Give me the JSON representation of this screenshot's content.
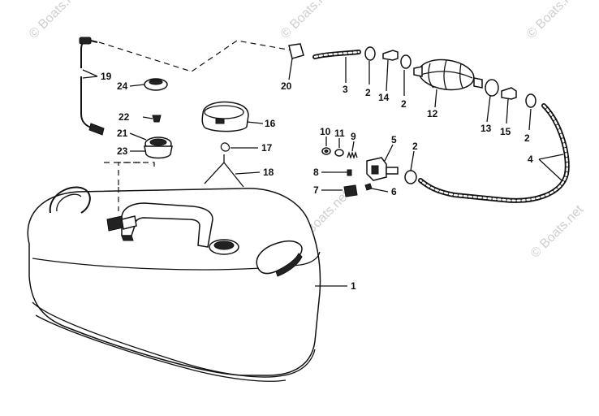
{
  "watermark": {
    "small": "© Boats.net",
    "big": "© Boats.net"
  },
  "callouts": {
    "c1": "1",
    "c2a": "2",
    "c2b": "2",
    "c2c": "2",
    "c2d": "2",
    "c3": "3",
    "c4": "4",
    "c5": "5",
    "c6": "6",
    "c7": "7",
    "c8": "8",
    "c9": "9",
    "c10": "10",
    "c11": "11",
    "c12": "12",
    "c13": "13",
    "c14": "14",
    "c15": "15",
    "c16": "16",
    "c17": "17",
    "c18": "18",
    "c19": "19",
    "c20": "20",
    "c21": "21",
    "c22": "22",
    "c23": "23",
    "c24": "24"
  }
}
